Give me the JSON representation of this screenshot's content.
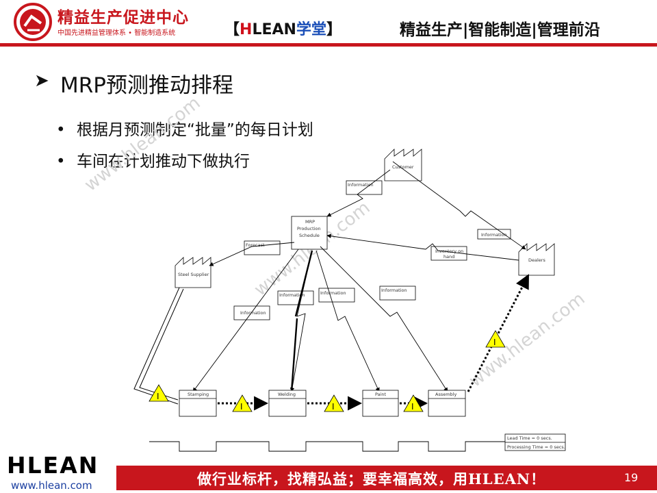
{
  "header": {
    "brand_title": "精益生产促进中心",
    "brand_subtitle": "中国先进精益管理体系 • 智能制造系统",
    "academy_left_bracket": "【",
    "academy_h": "H",
    "academy_lean": "LEAN",
    "academy_school": "学堂",
    "academy_right_bracket": "】",
    "tagline": "精益生产|智能制造|管理前沿"
  },
  "slide": {
    "title": "MRP预测推动排程",
    "bullets": [
      "根据月预测制定“批量”的每日计划",
      "车间在计划推动下做执行"
    ]
  },
  "diagram": {
    "customer": "Customer",
    "mrp_lines": [
      "MRP",
      "Production",
      "Schedule"
    ],
    "dealers": "Dealers",
    "steel_supplier": "Steel Supplier",
    "forecast": "Forecast",
    "inventory_lines": [
      "Inventory on",
      "hand"
    ],
    "info_labels": [
      "Information",
      "Information",
      "Information",
      "Information",
      "Information",
      "Information"
    ],
    "processes": [
      "Stamping",
      "Welding",
      "Paint",
      "Assembly"
    ],
    "lead_time": "Lead Time = 0 secs.",
    "processing_time": "Processing Time = 0 secs.",
    "inventory_triangle": "I"
  },
  "watermark": "www.hlean.com",
  "footer": {
    "slogan": "做行业标杆，找精弘益；要幸福高效，用HLEAN！",
    "page_number": "19",
    "logo_text": "HLEAN",
    "url": "www.hlean.com"
  },
  "colors": {
    "brand_red": "#c8161d",
    "warning_yellow": "#ffff00",
    "link_blue": "#1b3fa0"
  }
}
